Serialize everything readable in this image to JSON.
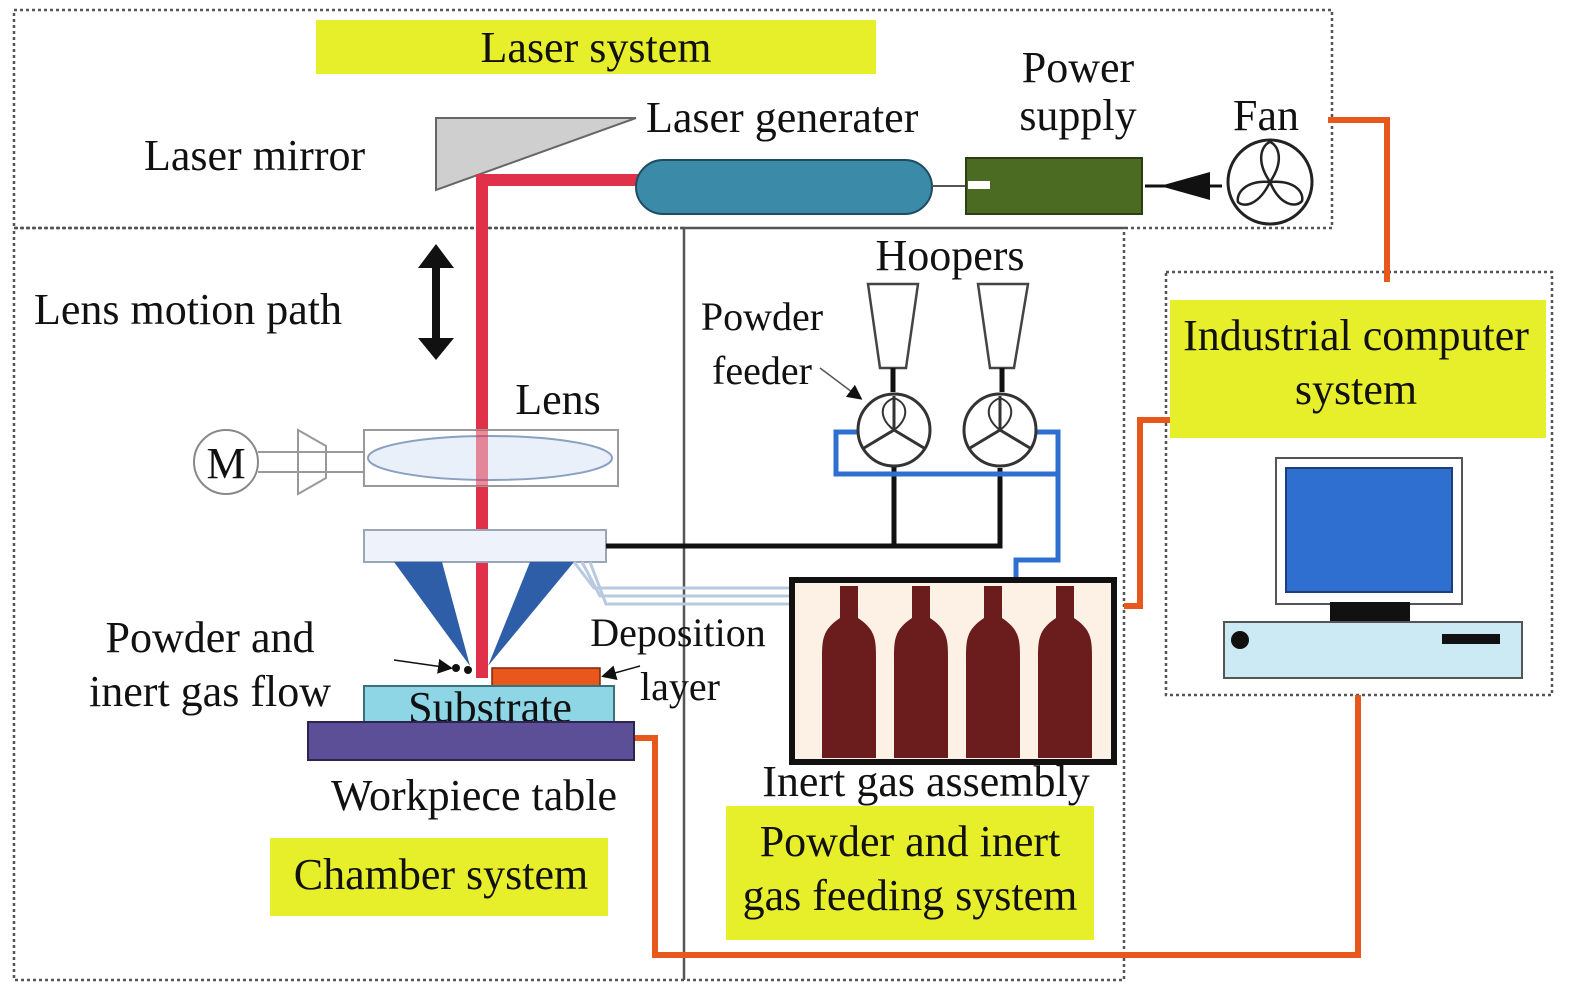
{
  "systems": {
    "laser": "Laser system",
    "chamber": "Chamber system",
    "powder_gas": [
      "Powder and inert",
      "gas feeding system"
    ],
    "computer": [
      "Industrial computer",
      "system"
    ]
  },
  "labels": {
    "laser_mirror": "Laser mirror",
    "laser_generator": "Laser generater",
    "power_supply": [
      "Power",
      "supply"
    ],
    "fan": "Fan",
    "lens_motion_path": "Lens motion path",
    "lens": "Lens",
    "motor": "M",
    "hoppers": "Hoopers",
    "powder_feeder": [
      "Powder",
      "feeder"
    ],
    "powder_gas_flow": [
      "Powder and",
      "inert gas flow"
    ],
    "deposition_layer": [
      "Deposition",
      "layer"
    ],
    "substrate": "Substrate",
    "workpiece_table": "Workpiece table",
    "inert_gas_assembly": "Inert gas assembly"
  },
  "colors": {
    "highlight": "#e7ef2b",
    "laser_beam": "#e0304a",
    "control_line": "#e8571c",
    "gas_line": "#2f6fd0",
    "laser_generator": "#3a8aa8",
    "power_supply": "#4b6b22",
    "substrate": "#8ed6e6",
    "workpiece_table": "#5d4f97",
    "deposition_layer": "#e8571c",
    "gas_cylinder": "#6b1c1c",
    "monitor": "#2f6fd0"
  },
  "icons": [
    "fan-icon",
    "motor-icon",
    "lens-icon",
    "computer-icon",
    "gas-cylinder-icon",
    "hopper-icon",
    "arrow-icon"
  ]
}
